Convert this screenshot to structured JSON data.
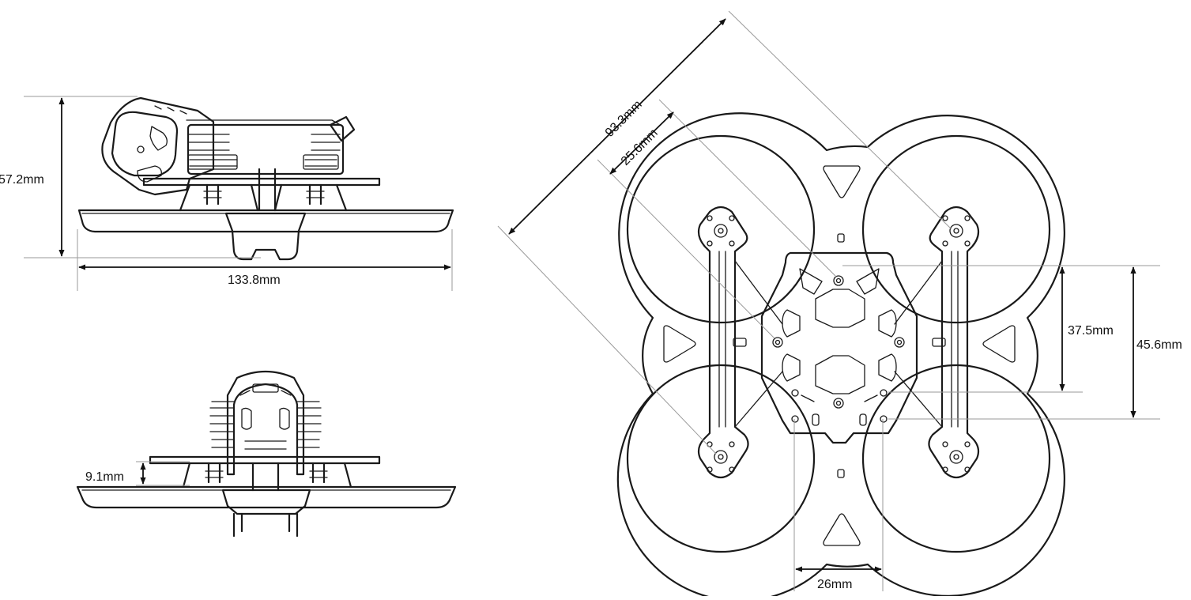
{
  "dimensions": {
    "height_side": "57.2mm",
    "length_side": "133.8mm",
    "offset_front": "9.1mm",
    "diag_outer": "93.3mm",
    "diag_inner": "25.6mm",
    "height_inner": "37.5mm",
    "height_outer": "45.6mm",
    "width_bottom": "26mm"
  },
  "colors": {
    "line": "#1a1a1a",
    "extension": "#9a9a9a",
    "background": "#ffffff"
  }
}
